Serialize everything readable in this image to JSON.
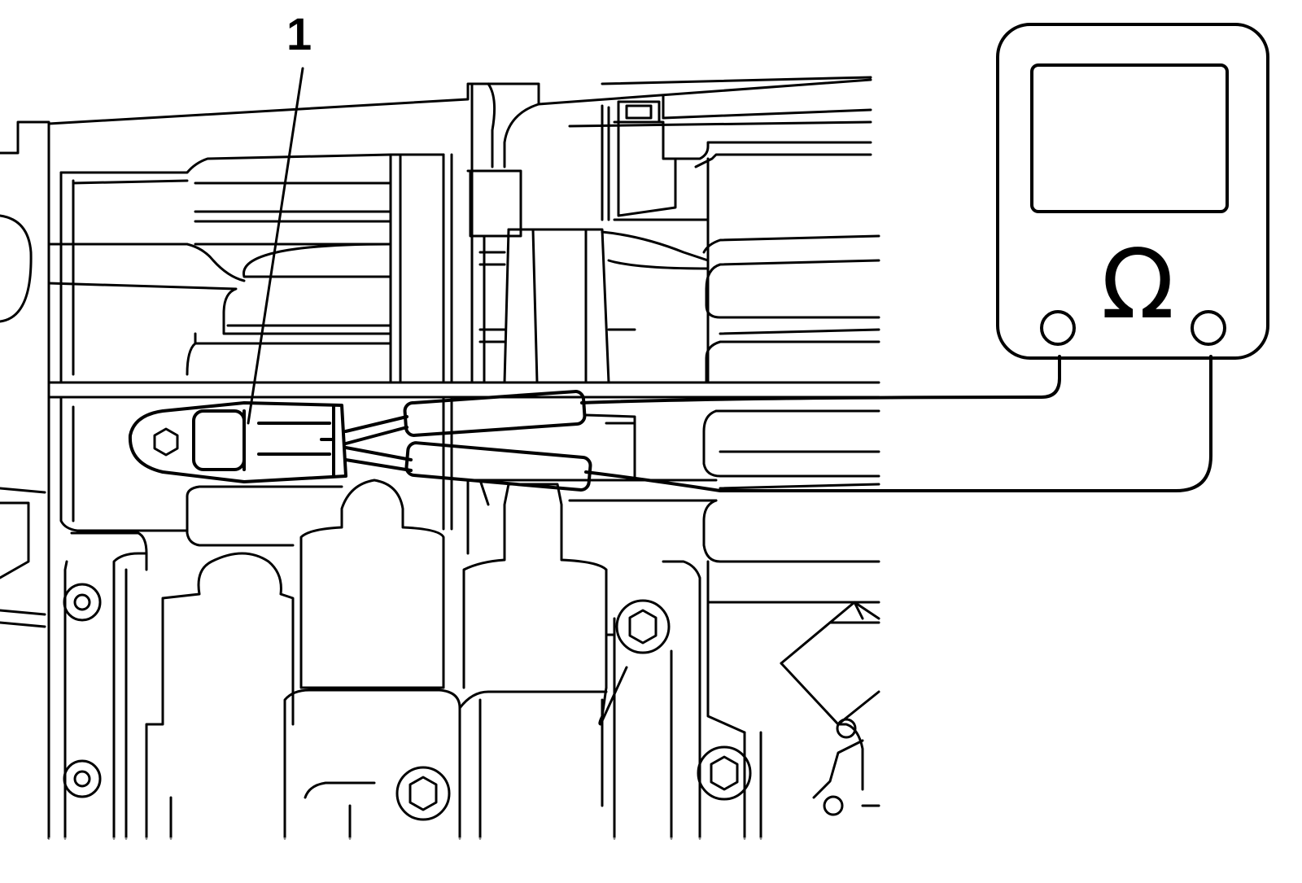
{
  "diagram": {
    "callouts": [
      {
        "id": "component-1",
        "label": "1"
      }
    ],
    "meter": {
      "symbol": "Ω",
      "symbol-icon": "ohm-symbol"
    },
    "colors": {
      "line": "#000000",
      "background": "#ffffff"
    }
  }
}
